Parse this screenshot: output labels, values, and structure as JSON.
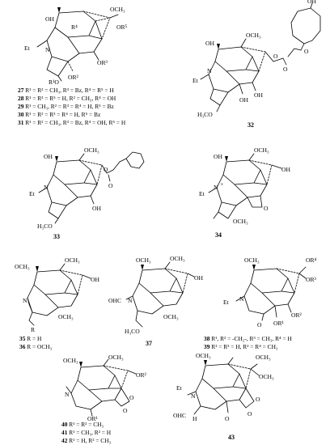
{
  "compounds": {
    "c27_31": {
      "atoms": [
        "OH",
        "R⁴",
        "OCH₃",
        "OR⁵",
        "Et",
        "N",
        "OR³",
        "R¹O",
        "OR²"
      ],
      "legend": [
        {
          "num": "27",
          "text": " R¹ = R² = CH₃, R³ = Bz, R⁴ = R⁵ = H"
        },
        {
          "num": "28",
          "text": " R¹ = R³ = R⁵ = H, R² = CH₃, R⁴ = OH"
        },
        {
          "num": "29",
          "text": " R¹ = CH₃, R² = R³ = R⁴ = H, R⁵ = Bz"
        },
        {
          "num": "30",
          "text": " R¹ = R² = R³ = R⁴ = H, R⁵ = Bz"
        },
        {
          "num": "31",
          "text": " R¹ = R² = CH₃, R³ = Bz, R⁴ = OH, R⁵ = H"
        }
      ]
    },
    "c32": {
      "label": "32",
      "atoms": [
        "OH",
        "OH",
        "OCH₃",
        "O",
        "O",
        "O",
        "Et",
        "N",
        "OH",
        "H₃CO",
        "OH"
      ]
    },
    "c33": {
      "label": "33",
      "atoms": [
        "OH",
        "OCH₃",
        "O",
        "O",
        "Et",
        "N",
        "OH",
        "H₃CO"
      ]
    },
    "c34": {
      "label": "34",
      "atoms": [
        "OH",
        "OCH₃",
        "OH",
        "Et",
        "N",
        "+",
        "O",
        "OCH₃"
      ]
    },
    "c35_36": {
      "atoms": [
        "OCH₃",
        "OCH₃",
        "OH",
        "N",
        "OCH₃",
        "R"
      ],
      "legend": [
        {
          "num": "35",
          "text": " R = H"
        },
        {
          "num": "36",
          "text": " R = OCH₃"
        }
      ]
    },
    "c37": {
      "label": "37",
      "atoms": [
        "OCH₃",
        "OCH₃",
        "OH",
        "OHC",
        "N",
        "OCH₃",
        "H₃CO"
      ]
    },
    "c38_39": {
      "atoms": [
        "OR⁴",
        "OCH₃",
        "OR³",
        "Et",
        "N",
        "OR²",
        "O",
        "OR¹"
      ],
      "legend": [
        {
          "num": "38",
          "text": " R¹, R² = -CH₂-, R³ = CH₃, R⁴ = H"
        },
        {
          "num": "39",
          "text": " R¹ = R³ = H, R² = R⁴ = CH₃"
        }
      ]
    },
    "c40_42": {
      "atoms": [
        "OCH₃",
        "OCH₃",
        "OR²",
        "N",
        "O",
        "O",
        "OR¹"
      ],
      "legend": [
        {
          "num": "40",
          "text": " R¹ = R² = CH₃"
        },
        {
          "num": "41",
          "text": " R¹ = CH₃, R² = H"
        },
        {
          "num": "42",
          "text": " R¹ = H, R² = CH₃"
        }
      ]
    },
    "c43": {
      "label": "43",
      "atoms": [
        "OCH₃",
        "OCH₃",
        "OCH₃",
        "Et",
        "N",
        "OHC",
        "H",
        "O",
        "O",
        "O"
      ]
    }
  }
}
